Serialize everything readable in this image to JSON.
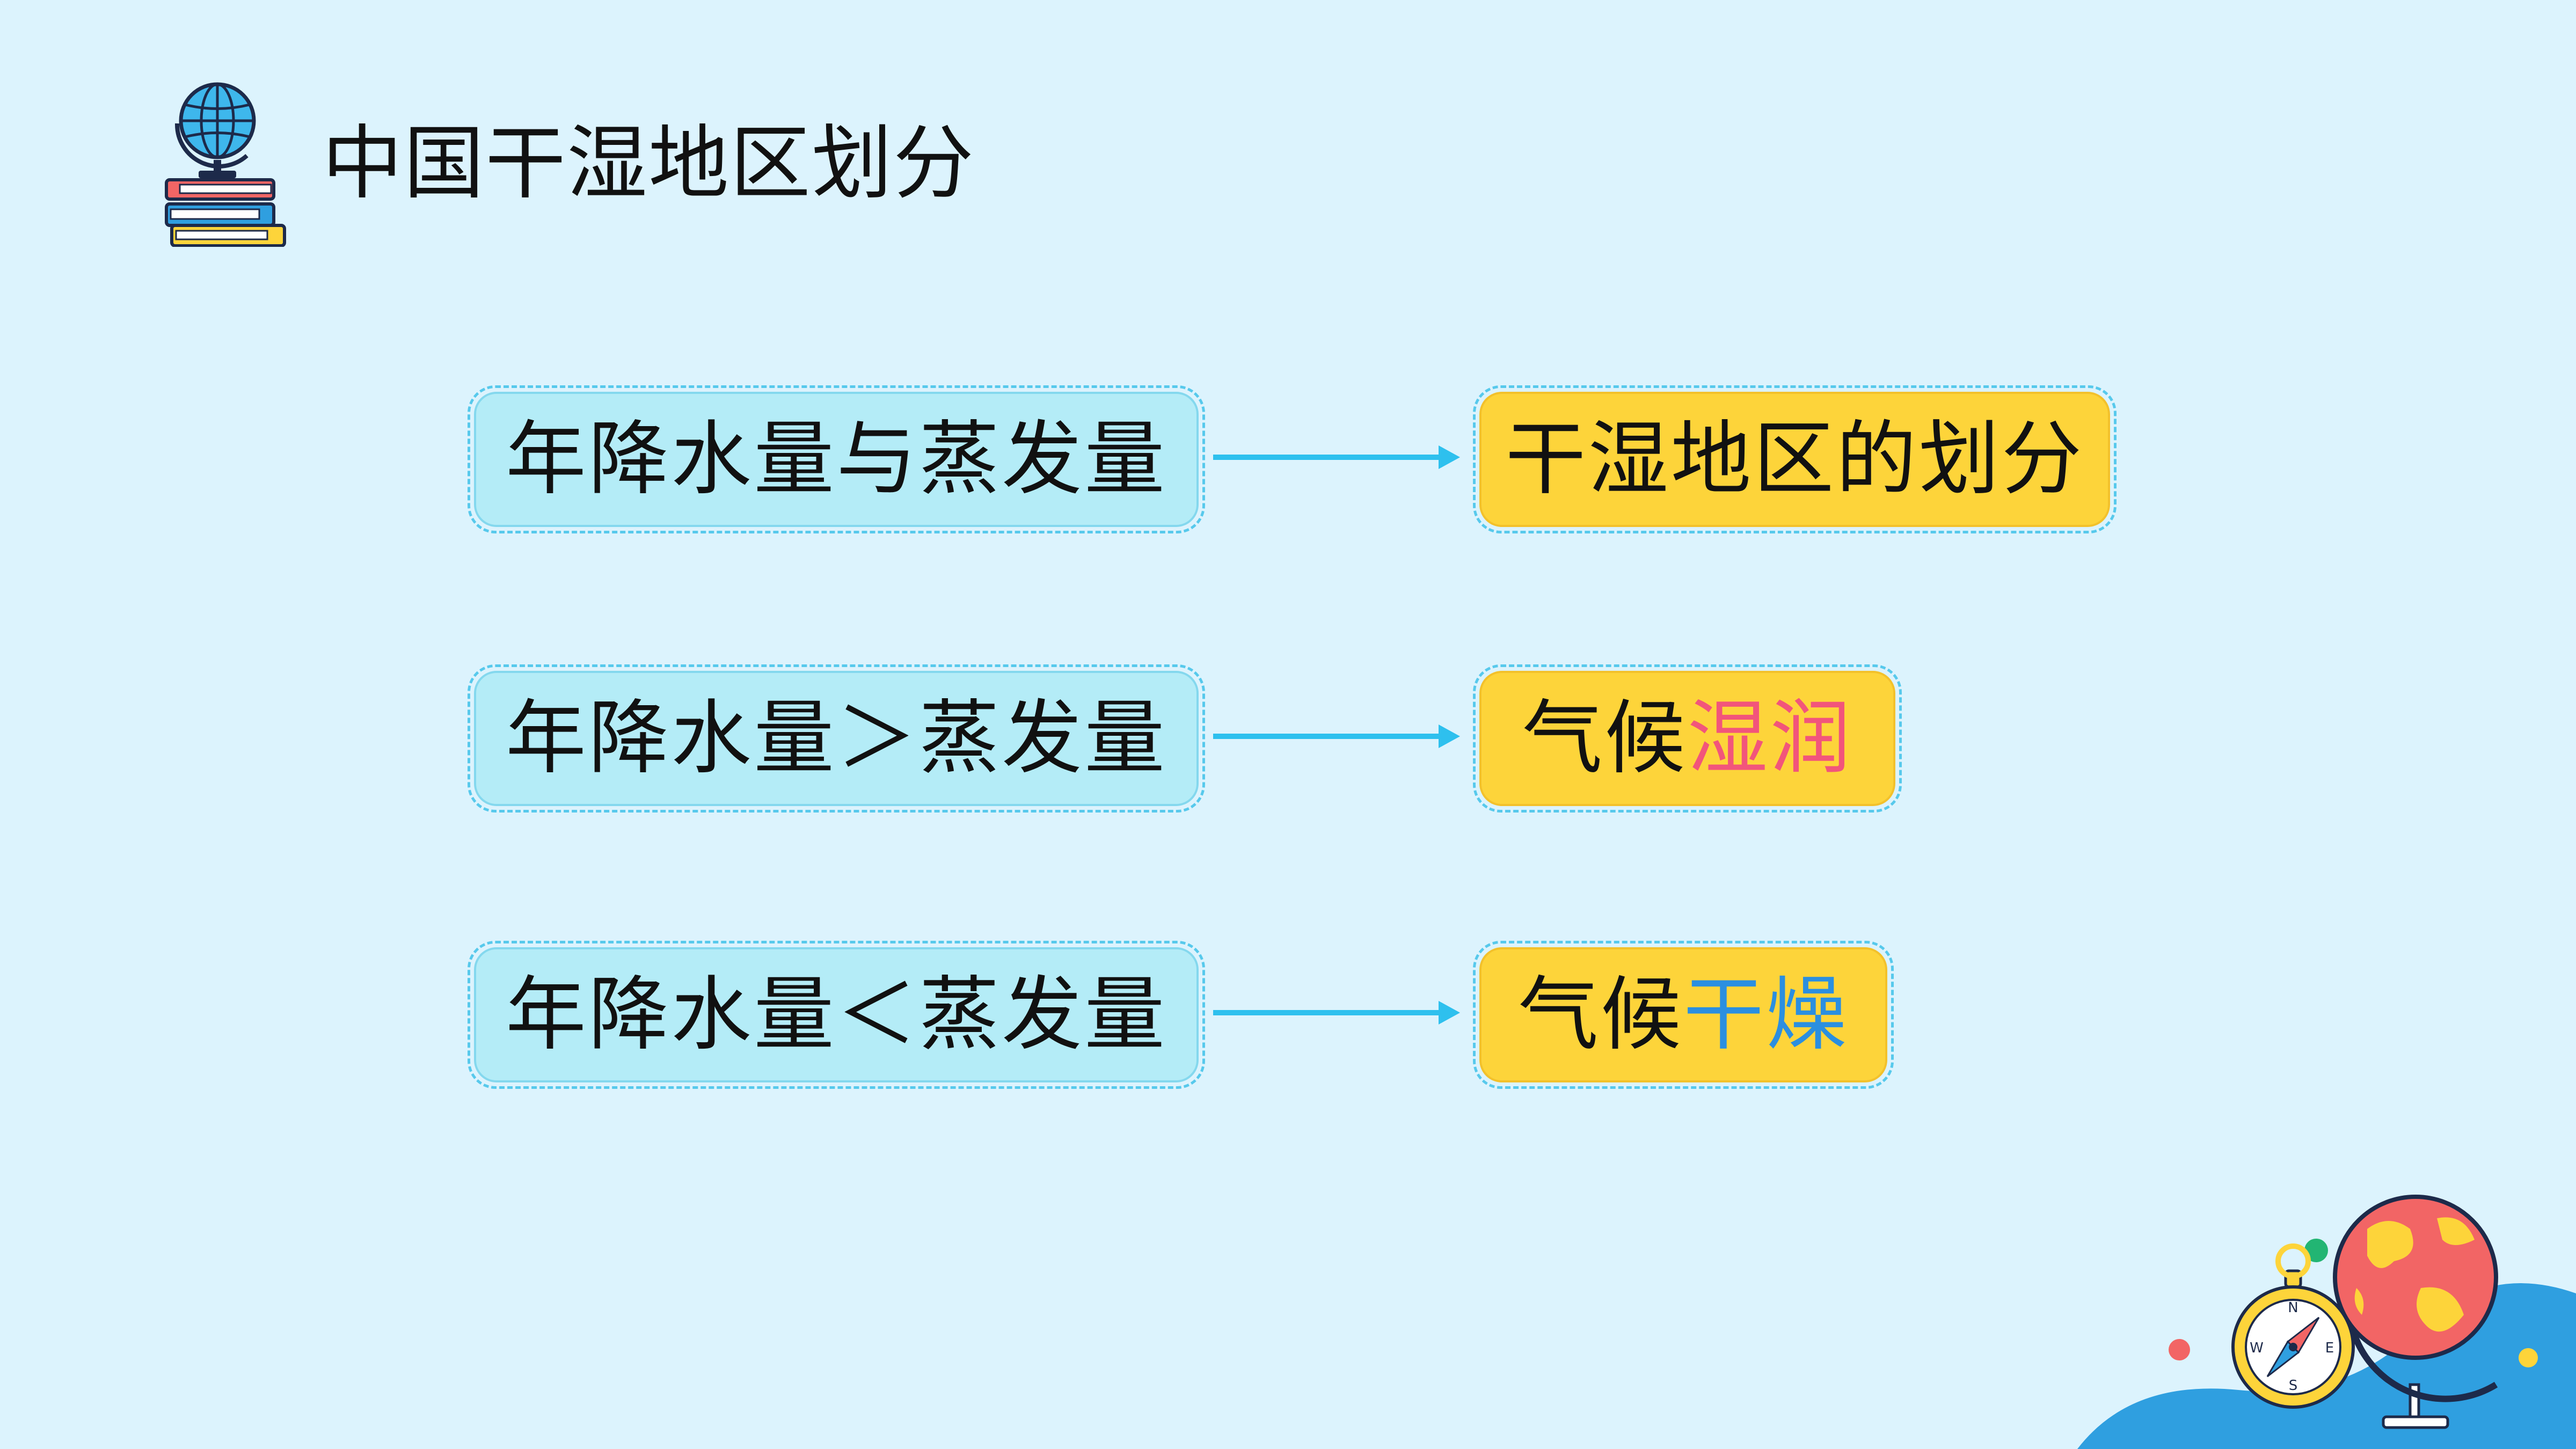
{
  "slide": {
    "title": "中国干湿地区划分"
  },
  "rows": [
    {
      "condition": "年降水量与蒸发量",
      "result": "干湿地区的划分"
    },
    {
      "condition": "年降水量＞蒸发量",
      "result_prefix": "气候",
      "result_highlight": "湿润"
    },
    {
      "condition": "年降水量＜蒸发量",
      "result_prefix": "气候",
      "result_highlight": "干燥"
    }
  ],
  "compass_labels": {
    "n": "N",
    "e": "E",
    "s": "S",
    "w": "W"
  },
  "colors": {
    "background": "#dcf3fd",
    "condition_box": "#b4ecf7",
    "result_box": "#fdd43a",
    "arrow": "#2ec0ee",
    "humid_highlight": "#f2557b",
    "dry_highlight": "#2b8fe0"
  },
  "icons": {
    "logo": "globe-on-books-icon",
    "decoration": "globe-and-compass-icon",
    "connector": "arrow-right-icon"
  }
}
